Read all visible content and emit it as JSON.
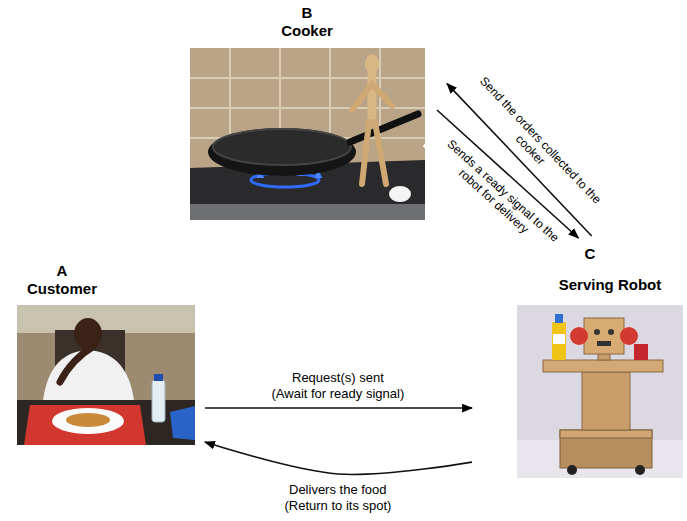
{
  "diagram": {
    "nodes": [
      {
        "text": [
          "B",
          "Cooker"
        ]
      },
      {
        "text": [
          "A",
          "Customer"
        ]
      },
      {
        "text": [
          "C",
          "Serving Robot"
        ]
      }
    ],
    "edges": [
      {
        "from": 2,
        "to": 0,
        "arrow": "to",
        "label": "Send the orders collected to the cooker"
      },
      {
        "from": 0,
        "to": 2,
        "arrow": "to",
        "label": "Sends a ready signal to the robot for delivery"
      },
      {
        "from": 1,
        "to": 2,
        "arrow": "to",
        "label": "Request(s) sent"
      },
      {
        "from": 2,
        "to": 1,
        "arrow": "to",
        "label": "Delivers the food"
      }
    ],
    "labels": [
      "(Await for ready signal)",
      "(Return to its spot)"
    ]
  }
}
